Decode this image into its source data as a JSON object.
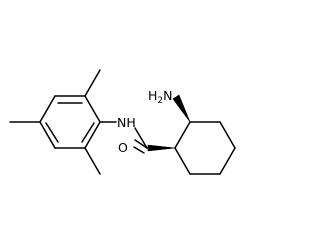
{
  "molecule": {
    "atom_labels": {
      "amine": "H",
      "amine_subscript": "2",
      "amine_element": "N",
      "amide_nitrogen": "NH",
      "carbonyl_oxygen": "O"
    },
    "colors": {
      "bond": "#000000",
      "label": "#000000",
      "background": "#ffffff"
    }
  }
}
